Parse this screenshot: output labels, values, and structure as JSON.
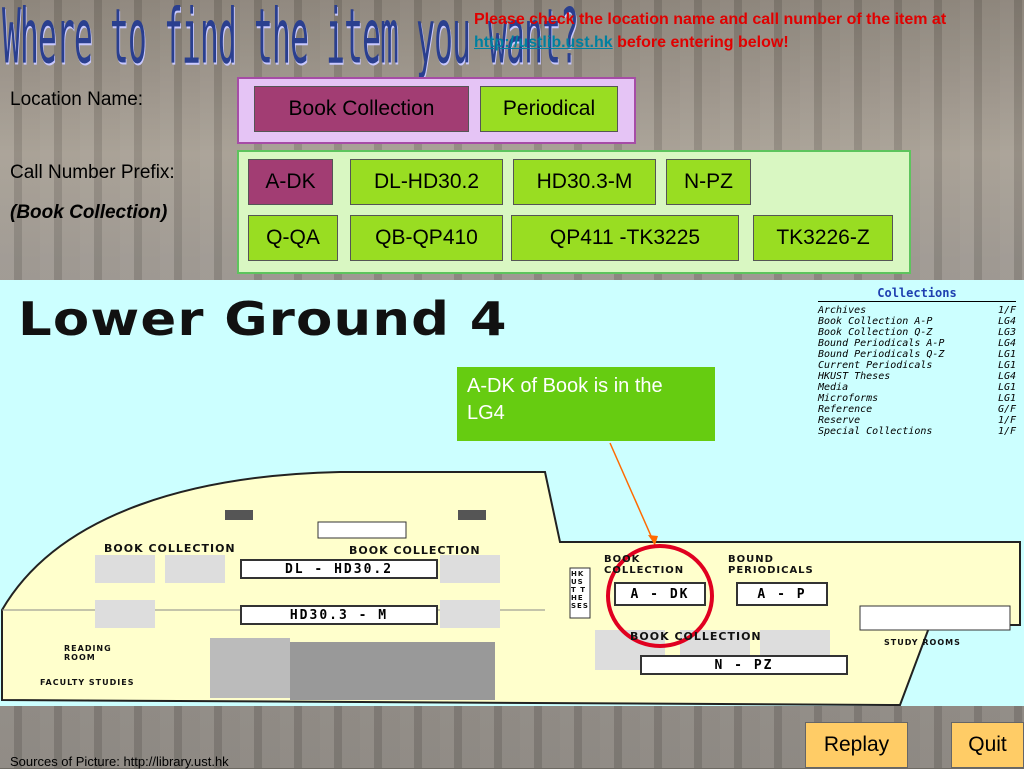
{
  "title": "Where to find the item you want?",
  "notice": {
    "before": "Please check the location name and call number of the item at ",
    "link": "http://ustlib.ust.hk",
    "after": " before entering below!"
  },
  "location_label": "Location Name:",
  "location_options": [
    "Book Collection",
    "Periodical"
  ],
  "location_selected": "Book Collection",
  "prefix_label": "Call Number Prefix:",
  "prefix_sublabel": "(Book Collection)",
  "prefix_row1": [
    "A-DK",
    "DL-HD30.2",
    "HD30.3-M",
    "N-PZ"
  ],
  "prefix_row2": [
    "Q-QA",
    "QB-QP410",
    "QP411 -TK3225",
    "TK3226-Z"
  ],
  "prefix_selected": "A-DK",
  "map": {
    "floor_title": "Lower Ground 4",
    "callout": "A-DK of Book is in the LG4",
    "legend_title": "Collections",
    "legend": [
      {
        "name": "Archives",
        "floor": "1/F"
      },
      {
        "name": "Book Collection A-P",
        "floor": "LG4"
      },
      {
        "name": "Book Collection Q-Z",
        "floor": "LG3"
      },
      {
        "name": "Bound Periodicals A-P",
        "floor": "LG4"
      },
      {
        "name": "Bound Periodicals Q-Z",
        "floor": "LG1"
      },
      {
        "name": "Current Periodicals",
        "floor": "LG1"
      },
      {
        "name": "HKUST Theses",
        "floor": "LG4"
      },
      {
        "name": "Media",
        "floor": "LG1"
      },
      {
        "name": "Microforms",
        "floor": "LG1"
      },
      {
        "name": "Reference",
        "floor": "G/F"
      },
      {
        "name": "Reserve",
        "floor": "1/F"
      },
      {
        "name": "Special Collections",
        "floor": "1/F"
      }
    ],
    "labels": {
      "book_collection_left": "BOOK COLLECTION",
      "book_collection_mid": "BOOK COLLECTION",
      "book_collection_right": "BOOK COLLECTION",
      "book_collection_small": "BOOK COLLECTION",
      "bound_periodicals": "BOUND PERIODICALS",
      "reading_room": "READING ROOM",
      "faculty_studies": "FACULTY STUDIES",
      "study_rooms": "STUDY ROOMS",
      "theses": "HKUST THESES",
      "shelf_dl": "DL - HD30.2",
      "shelf_hd": "HD30.3 - M",
      "shelf_adk": "A - DK",
      "shelf_ap": "A - P",
      "shelf_npz": "N - PZ"
    }
  },
  "source": "Sources of Picture: http://library.ust.hk",
  "actions": {
    "replay": "Replay",
    "quit": "Quit"
  },
  "colors": {
    "selected": "#a23d73",
    "option": "#99dd22",
    "callout": "#66cc11",
    "circle": "#e00020"
  }
}
